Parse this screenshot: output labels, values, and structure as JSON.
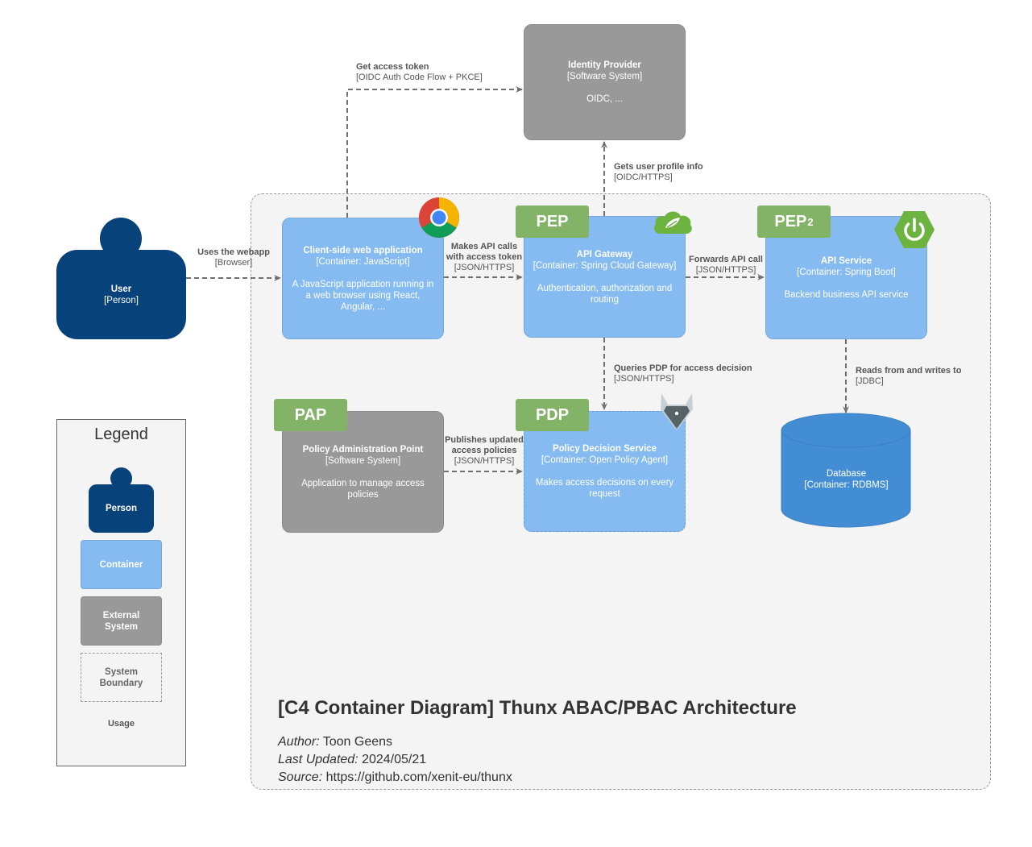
{
  "title": "[C4 Container Diagram] Thunx ABAC/PBAC Architecture",
  "author_label": "Author:",
  "author": "Toon Geens",
  "updated_label": "Last Updated:",
  "updated": "2024/05/21",
  "source_label": "Source:",
  "source": "https://github.com/xenit-eu/thunx",
  "nodes": {
    "user": {
      "name": "User",
      "type": "[Person]"
    },
    "client": {
      "name": "Client-side web application",
      "type": "[Container: JavaScript]",
      "desc": "A JavaScript application running in a web browser using React, Angular, ...",
      "icon": "chrome-icon"
    },
    "idp": {
      "name": "Identity Provider",
      "type": "[Software System]",
      "desc": "OIDC, ..."
    },
    "gateway": {
      "name": "API Gateway",
      "type": "[Container: Spring Cloud Gateway]",
      "desc": "Authentication, authorization and routing",
      "tag": "PEP",
      "icon": "spring-cloud-icon"
    },
    "service": {
      "name": "API Service",
      "type": "[Container: Spring Boot]",
      "desc": "Backend business API service",
      "tag": "PEP",
      "tag_sup": "2",
      "icon": "spring-boot-icon"
    },
    "pap": {
      "name": "Policy Administration Point",
      "type": "[Software System]",
      "desc": "Application to manage access policies",
      "tag": "PAP"
    },
    "pdp": {
      "name": "Policy Decision Service",
      "type": "[Container: Open Policy Agent]",
      "desc": "Makes access decisions on every request",
      "tag": "PDP",
      "icon": "opa-icon"
    },
    "db": {
      "name": "Database",
      "type": "[Container: RDBMS]"
    }
  },
  "edges": {
    "uses_webapp": {
      "label": "Uses the webapp",
      "tech": "[Browser]"
    },
    "get_token": {
      "label": "Get access token",
      "tech": "[OIDC Auth Code Flow + PKCE]"
    },
    "api_calls": {
      "label1": "Makes API calls",
      "label2": "with access token",
      "tech": "[JSON/HTTPS]"
    },
    "profile": {
      "label": "Gets user profile info",
      "tech": "[OIDC/HTTPS]"
    },
    "forwards": {
      "label": "Forwards API call",
      "tech": "[JSON/HTTPS]"
    },
    "query_pdp": {
      "label": "Queries PDP for access decision",
      "tech": "[JSON/HTTPS]"
    },
    "publishes": {
      "label1": "Publishes updated",
      "label2": "access policies",
      "tech": "[JSON/HTTPS]"
    },
    "db_rw": {
      "label": "Reads from and writes to",
      "tech": "[JDBC]"
    }
  },
  "legend": {
    "title": "Legend",
    "person": "Person",
    "container": "Container",
    "external1": "External",
    "external2": "System",
    "boundary1": "System",
    "boundary2": "Boundary",
    "usage": "Usage"
  },
  "colors": {
    "person": "#08427b",
    "container": "#85bbf0",
    "external": "#999999",
    "database": "#438dd5",
    "tag": "#82b366"
  }
}
